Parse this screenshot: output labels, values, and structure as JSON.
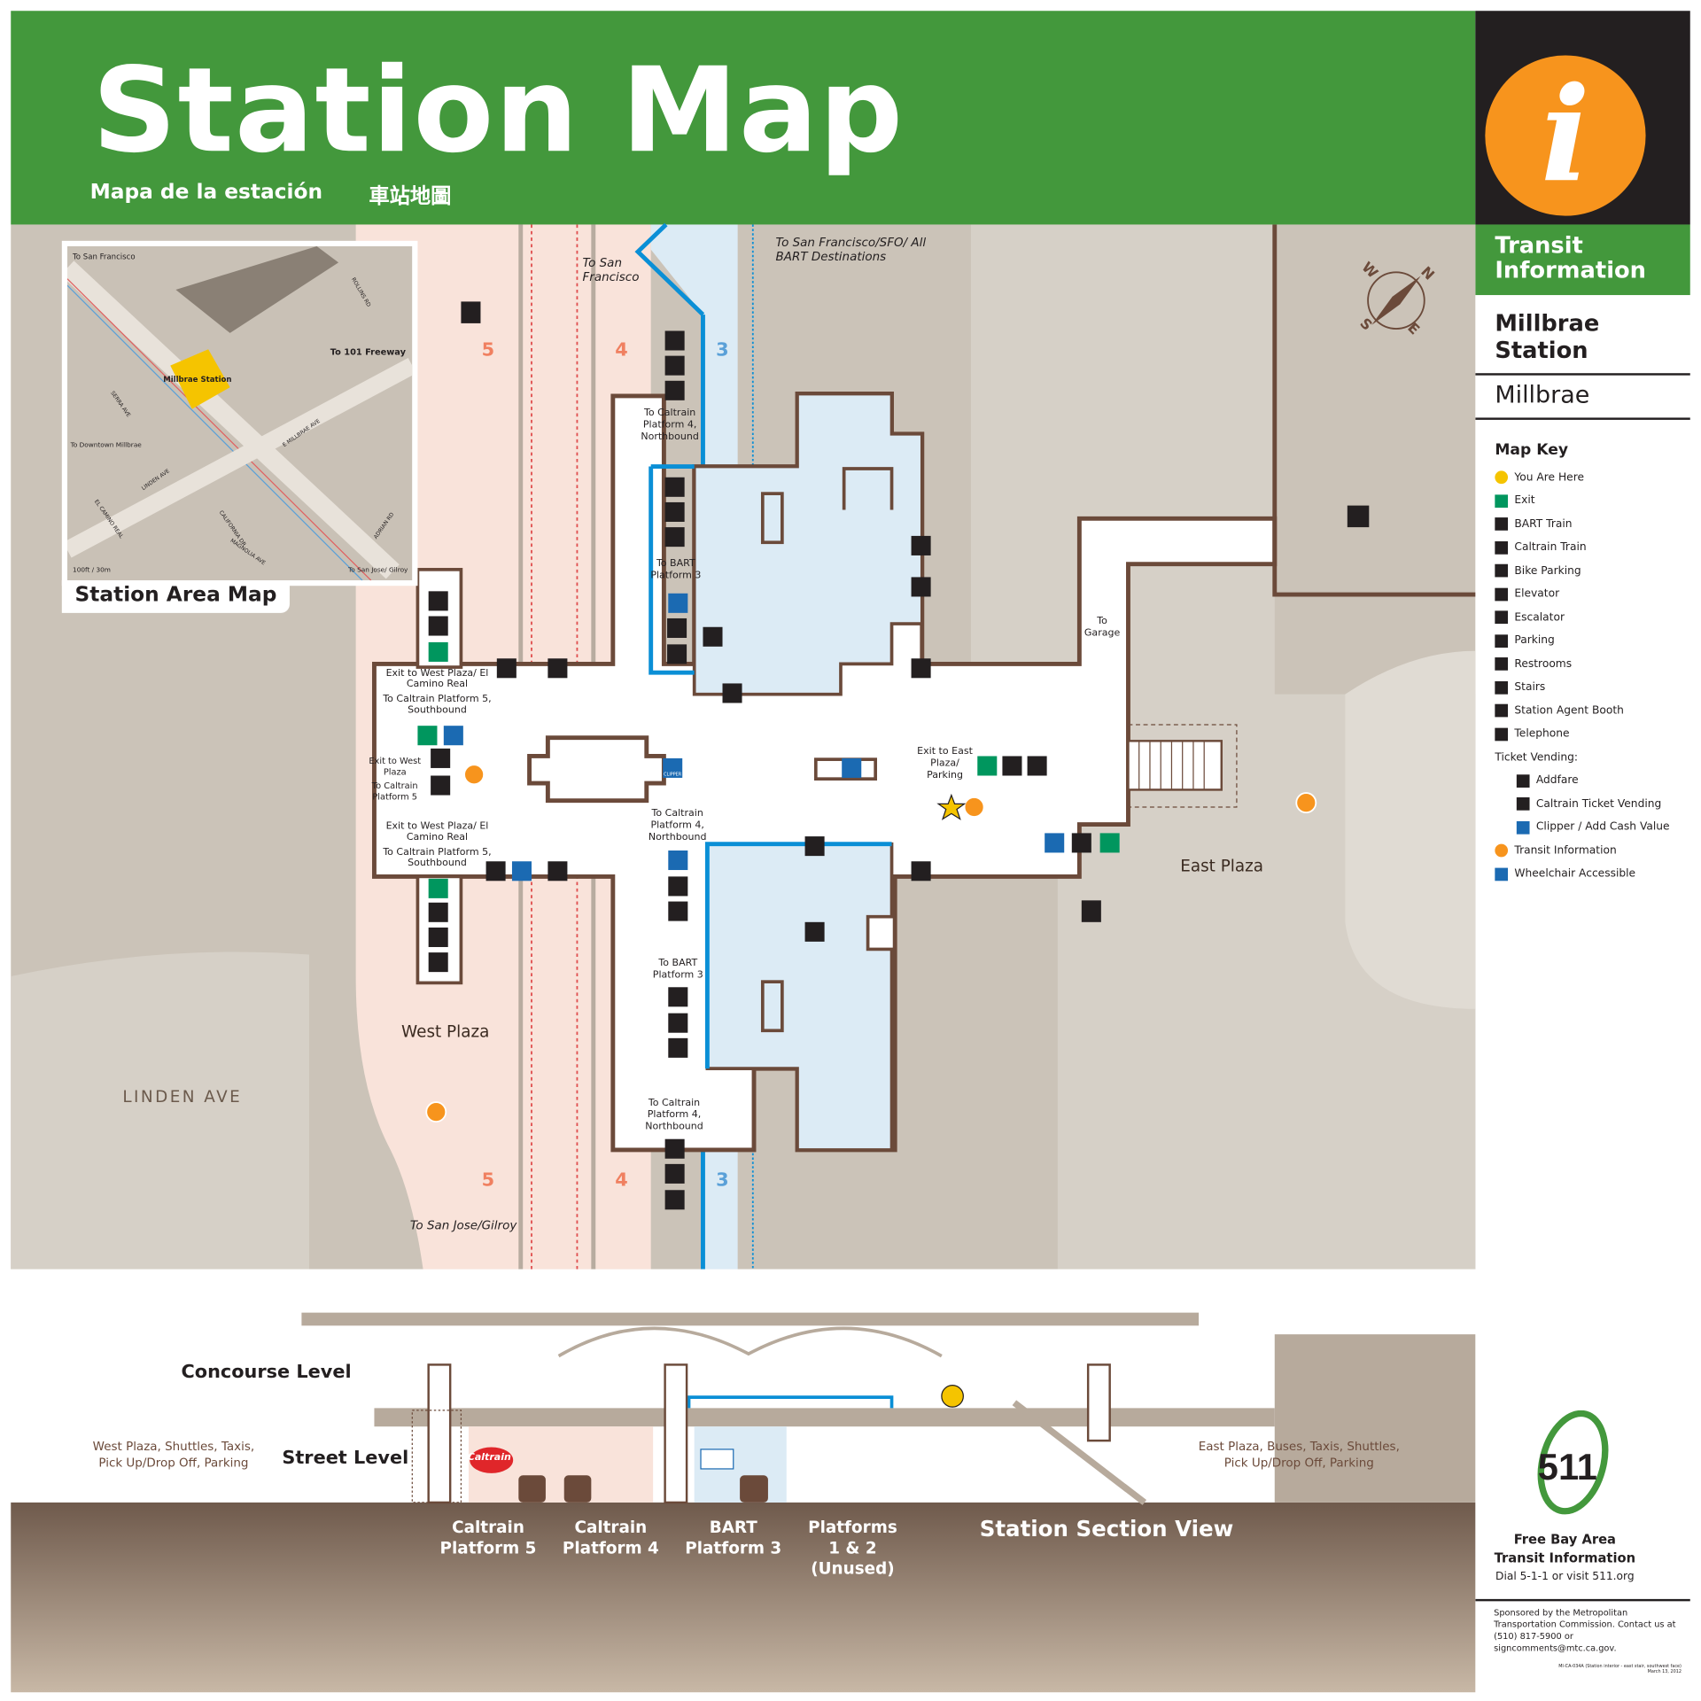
{
  "header": {
    "title": "Station Map",
    "subtitle_es": "Mapa de la estación",
    "subtitle_zh": "車站地圖"
  },
  "sidebar": {
    "info_glyph": "i",
    "section_title": "Transit Information",
    "station_name": "Millbrae Station",
    "city": "Millbrae",
    "map_key": {
      "title": "Map Key",
      "items": [
        {
          "icon": "you-are-here-icon",
          "label": "You Are Here"
        },
        {
          "icon": "exit-icon",
          "label": "Exit"
        },
        {
          "icon": "bart-train-icon",
          "label": "BART Train"
        },
        {
          "icon": "caltrain-train-icon",
          "label": "Caltrain Train"
        },
        {
          "icon": "bike-parking-icon",
          "label": "Bike Parking"
        },
        {
          "icon": "elevator-icon",
          "label": "Elevator"
        },
        {
          "icon": "escalator-icon",
          "label": "Escalator"
        },
        {
          "icon": "parking-icon",
          "label": "Parking"
        },
        {
          "icon": "restrooms-icon",
          "label": "Restrooms"
        },
        {
          "icon": "stairs-icon",
          "label": "Stairs"
        },
        {
          "icon": "station-agent-booth-icon",
          "label": "Station Agent Booth"
        },
        {
          "icon": "telephone-icon",
          "label": "Telephone"
        }
      ],
      "ticket_vending_title": "Ticket Vending:",
      "ticket_items": [
        {
          "icon": "addfare-icon",
          "label": "Addfare"
        },
        {
          "icon": "caltrain-ticket-vending-icon",
          "label": "Caltrain Ticket Vending"
        },
        {
          "icon": "clipper-icon",
          "label": "Clipper / Add Cash Value"
        }
      ],
      "extra_items": [
        {
          "icon": "transit-information-icon",
          "label": "Transit Information"
        },
        {
          "icon": "wheelchair-icon",
          "label": "Wheelchair Accessible"
        }
      ]
    },
    "logo_511": "511",
    "free_info_line1": "Free Bay Area",
    "free_info_line2": "Transit Information",
    "dial": "Dial 5-1-1 or visit 511.org",
    "sponsor": "Sponsored by the Metropolitan Transportation Commission. Contact us at (510) 817-5900 or signcomments@mtc.ca.gov.",
    "doc_id": "MI-CA-034A (Station interior - east stair, southwest face)",
    "doc_date": "March 13, 2012"
  },
  "inset": {
    "title": "Station Area Map",
    "station_label": "Millbrae Station",
    "streets": [
      "SERRA AVE",
      "LINDEN AVE",
      "EL CAMINO REAL",
      "E MILLBRAE AVE",
      "CALIFORNIA DR",
      "ADRIAN RD",
      "ROLLINS RD",
      "MAGNOLIA AVE"
    ],
    "notes": [
      "To San Francisco",
      "To 101 Freeway",
      "To Downtown Millbrae",
      "To San Jose/ Gilroy"
    ],
    "scale": "100ft / 30m"
  },
  "map": {
    "track_numbers": [
      "5",
      "4",
      "3"
    ],
    "to_sf": "To San Francisco",
    "to_sf_bart": "To San Francisco/SFO/ All BART Destinations",
    "to_sj": "To San Jose/Gilroy",
    "to_garage": "To Garage",
    "to_caltrain4_north_top": "To Caltrain Platform 4, Northbound",
    "to_bart3_top": "To BART Platform 3",
    "exit_west_top": "Exit to West Plaza/ El Camino Real",
    "to_caltrain5_top": "To Caltrain Platform 5, Southbound",
    "exit_west_small": "Exit to West Plaza",
    "to_caltrain5_small": "To Caltrain Platform 5",
    "exit_west_bottom": "Exit to West Plaza/ El Camino Real",
    "to_caltrain5_bottom": "To Caltrain Platform 5, Southbound",
    "to_caltrain4_north_mid": "To Caltrain Platform 4, Northbound",
    "to_bart3_bottom": "To BART Platform 3",
    "to_caltrain4_north_bottom": "To Caltrain Platform 4, Northbound",
    "exit_east": "Exit to East Plaza/ Parking",
    "west_plaza": "West Plaza",
    "east_plaza": "East Plaza",
    "linden_ave": "LINDEN AVE",
    "clipper": "CLIPPER",
    "compass": [
      "N",
      "E",
      "S",
      "W"
    ]
  },
  "section": {
    "title": "Station Section View",
    "concourse_level": "Concourse Level",
    "street_level": "Street Level",
    "west_note": "West Plaza, Shuttles, Taxis, Pick Up/Drop Off, Parking",
    "east_note": "East Plaza, Buses, Taxis, Shuttles, Pick Up/Drop Off, Parking",
    "caltrain_logo": "Caltrain",
    "platforms": [
      {
        "label": "Caltrain Platform 5"
      },
      {
        "label": "Caltrain Platform 4"
      },
      {
        "label": "BART Platform 3"
      },
      {
        "label": "Platforms 1 & 2 (Unused)"
      }
    ]
  },
  "colors": {
    "header_green": "#43983c",
    "info_orange": "#f7941d",
    "wall_brown": "#6b4a3a",
    "bart_blue": "#0a8fd6",
    "plaza_pink": "#f9e3da",
    "ground": "#cbc3b8"
  }
}
